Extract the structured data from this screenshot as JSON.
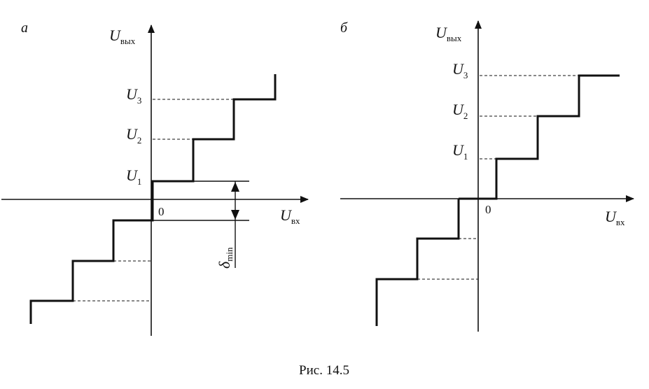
{
  "caption": "Рис. 14.5",
  "panel_a": {
    "letter": "а",
    "y_axis_label": "U",
    "y_axis_sub": "вых",
    "x_axis_label": "U",
    "x_axis_sub": "вх",
    "origin": "0",
    "levels": [
      {
        "main": "U",
        "sub": "3"
      },
      {
        "main": "U",
        "sub": "2"
      },
      {
        "main": "U",
        "sub": "1"
      }
    ],
    "delta_label": "δ",
    "delta_sub": "min"
  },
  "panel_b": {
    "letter": "б",
    "y_axis_label": "U",
    "y_axis_sub": "вых",
    "x_axis_label": "U",
    "x_axis_sub": "вх",
    "origin": "0",
    "levels": [
      {
        "main": "U",
        "sub": "3"
      },
      {
        "main": "U",
        "sub": "2"
      },
      {
        "main": "U",
        "sub": "1"
      }
    ]
  }
}
